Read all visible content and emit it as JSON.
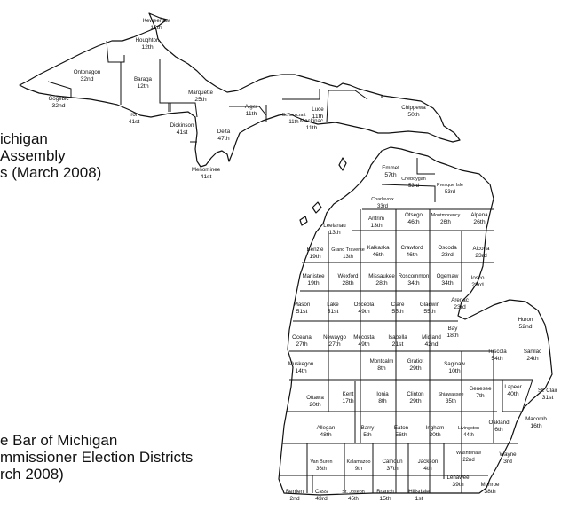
{
  "titles": {
    "upper": [
      "ichigan",
      " Assembly",
      "s (March 2008)"
    ],
    "lower": [
      "e Bar of Michigan",
      "mmissioner Election Districts",
      "rch 2008)"
    ]
  },
  "counties": [
    {
      "name": "Keweenaw",
      "district": "12th"
    },
    {
      "name": "Houghton",
      "district": "12th"
    },
    {
      "name": "Ontonagon",
      "district": "32nd"
    },
    {
      "name": "Baraga",
      "district": "12th"
    },
    {
      "name": "Gogebic",
      "district": "32nd"
    },
    {
      "name": "Marquette",
      "district": "25th"
    },
    {
      "name": "Iron",
      "district": "41st"
    },
    {
      "name": "Dickinson",
      "district": "41st"
    },
    {
      "name": "Menominee",
      "district": "41st"
    },
    {
      "name": "Alger",
      "district": "11th"
    },
    {
      "name": "Delta",
      "district": "47th"
    },
    {
      "name": "Schoolcraft",
      "district": "11th"
    },
    {
      "name": "Luce",
      "district": "11th"
    },
    {
      "name": "Mackinac",
      "district": "11th"
    },
    {
      "name": "Chippewa",
      "district": "50th"
    },
    {
      "name": "Emmet",
      "district": "57th"
    },
    {
      "name": "Cheboygan",
      "district": "53rd"
    },
    {
      "name": "Presque Isle",
      "district": "53rd"
    },
    {
      "name": "Charlevoix",
      "district": "33rd"
    },
    {
      "name": "Leelanau",
      "district": "13th"
    },
    {
      "name": "Antrim",
      "district": "13th"
    },
    {
      "name": "Otsego",
      "district": "46th"
    },
    {
      "name": "Montmorency",
      "district": "26th"
    },
    {
      "name": "Alpena",
      "district": "26th"
    },
    {
      "name": "Benzie",
      "district": "19th"
    },
    {
      "name": "Grand Traverse",
      "district": "13th"
    },
    {
      "name": "Kalkaska",
      "district": "46th"
    },
    {
      "name": "Crawford",
      "district": "46th"
    },
    {
      "name": "Oscoda",
      "district": "23rd"
    },
    {
      "name": "Alcona",
      "district": "23rd"
    },
    {
      "name": "Manistee",
      "district": "19th"
    },
    {
      "name": "Wexford",
      "district": "28th"
    },
    {
      "name": "Missaukee",
      "district": "28th"
    },
    {
      "name": "Roscommon",
      "district": "34th"
    },
    {
      "name": "Ogemaw",
      "district": "34th"
    },
    {
      "name": "Iosco",
      "district": "23rd"
    },
    {
      "name": "Arenac",
      "district": "23rd"
    },
    {
      "name": "Mason",
      "district": "51st"
    },
    {
      "name": "Lake",
      "district": "51st"
    },
    {
      "name": "Osceola",
      "district": "49th"
    },
    {
      "name": "Clare",
      "district": "55th"
    },
    {
      "name": "Gladwin",
      "district": "55th"
    },
    {
      "name": "Bay",
      "district": "18th"
    },
    {
      "name": "Huron",
      "district": "52nd"
    },
    {
      "name": "Oceana",
      "district": "27th"
    },
    {
      "name": "Newaygo",
      "district": "27th"
    },
    {
      "name": "Mecosta",
      "district": "49th"
    },
    {
      "name": "Isabella",
      "district": "21st"
    },
    {
      "name": "Midland",
      "district": "42nd"
    },
    {
      "name": "Tuscola",
      "district": "54th"
    },
    {
      "name": "Sanilac",
      "district": "24th"
    },
    {
      "name": "Muskegon",
      "district": "14th"
    },
    {
      "name": "Montcalm",
      "district": "8th"
    },
    {
      "name": "Gratiot",
      "district": "29th"
    },
    {
      "name": "Saginaw",
      "district": "10th"
    },
    {
      "name": "Ottawa",
      "district": "20th"
    },
    {
      "name": "Kent",
      "district": "17th"
    },
    {
      "name": "Ionia",
      "district": "8th"
    },
    {
      "name": "Clinton",
      "district": "29th"
    },
    {
      "name": "Shiawassee",
      "district": "35th"
    },
    {
      "name": "Genesee",
      "district": "7th"
    },
    {
      "name": "Lapeer",
      "district": "40th"
    },
    {
      "name": "St. Clair",
      "district": "31st"
    },
    {
      "name": "Allegan",
      "district": "48th"
    },
    {
      "name": "Barry",
      "district": "5th"
    },
    {
      "name": "Eaton",
      "district": "56th"
    },
    {
      "name": "Ingham",
      "district": "30th"
    },
    {
      "name": "Livingston",
      "district": "44th"
    },
    {
      "name": "Oakland",
      "district": "6th"
    },
    {
      "name": "Macomb",
      "district": "16th"
    },
    {
      "name": "Van Buren",
      "district": "36th"
    },
    {
      "name": "Kalamazoo",
      "district": "9th"
    },
    {
      "name": "Calhoun",
      "district": "37th"
    },
    {
      "name": "Jackson",
      "district": "4th"
    },
    {
      "name": "Washtenaw",
      "district": "22nd"
    },
    {
      "name": "Wayne",
      "district": "3rd"
    },
    {
      "name": "Berrien",
      "district": "2nd"
    },
    {
      "name": "Cass",
      "district": "43rd"
    },
    {
      "name": "St. Joseph",
      "district": "45th"
    },
    {
      "name": "Branch",
      "district": "15th"
    },
    {
      "name": "Hillsdale",
      "district": "1st"
    },
    {
      "name": "Lenawee",
      "district": "39th"
    },
    {
      "name": "Monroe",
      "district": "38th"
    }
  ],
  "colors": {
    "outline": "#111111",
    "land": "#ffffff",
    "text": "#111111"
  }
}
